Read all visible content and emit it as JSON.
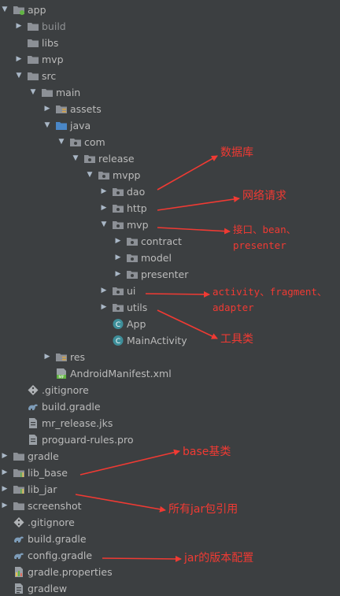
{
  "tree": [
    {
      "label": "app",
      "depth": 0,
      "state": "expanded",
      "icon": "module-folder-icon"
    },
    {
      "label": "build",
      "depth": 1,
      "state": "collapsed",
      "icon": "folder-icon",
      "dim": true
    },
    {
      "label": "libs",
      "depth": 1,
      "state": "none",
      "icon": "folder-icon"
    },
    {
      "label": "mvp",
      "depth": 1,
      "state": "collapsed",
      "icon": "folder-icon"
    },
    {
      "label": "src",
      "depth": 1,
      "state": "expanded",
      "icon": "folder-icon"
    },
    {
      "label": "main",
      "depth": 2,
      "state": "expanded",
      "icon": "folder-icon"
    },
    {
      "label": "assets",
      "depth": 3,
      "state": "collapsed",
      "icon": "resource-folder-icon"
    },
    {
      "label": "java",
      "depth": 3,
      "state": "expanded",
      "icon": "source-folder-icon"
    },
    {
      "label": "com",
      "depth": 4,
      "state": "expanded",
      "icon": "package-icon"
    },
    {
      "label": "release",
      "depth": 5,
      "state": "expanded",
      "icon": "package-icon"
    },
    {
      "label": "mvpp",
      "depth": 6,
      "state": "expanded",
      "icon": "package-icon"
    },
    {
      "label": "dao",
      "depth": 7,
      "state": "collapsed",
      "icon": "package-icon"
    },
    {
      "label": "http",
      "depth": 7,
      "state": "collapsed",
      "icon": "package-icon"
    },
    {
      "label": "mvp",
      "depth": 7,
      "state": "expanded",
      "icon": "package-icon"
    },
    {
      "label": "contract",
      "depth": 8,
      "state": "collapsed",
      "icon": "package-icon"
    },
    {
      "label": "model",
      "depth": 8,
      "state": "collapsed",
      "icon": "package-icon"
    },
    {
      "label": "presenter",
      "depth": 8,
      "state": "collapsed",
      "icon": "package-icon"
    },
    {
      "label": "ui",
      "depth": 7,
      "state": "collapsed",
      "icon": "package-icon"
    },
    {
      "label": "utils",
      "depth": 7,
      "state": "collapsed",
      "icon": "package-icon"
    },
    {
      "label": "App",
      "depth": 7,
      "state": "none",
      "icon": "class-icon"
    },
    {
      "label": "MainActivity",
      "depth": 7,
      "state": "none",
      "icon": "class-icon"
    },
    {
      "label": "res",
      "depth": 3,
      "state": "collapsed",
      "icon": "resource-folder-icon"
    },
    {
      "label": "AndroidManifest.xml",
      "depth": 3,
      "state": "none",
      "icon": "manifest-icon"
    },
    {
      "label": ".gitignore",
      "depth": 1,
      "state": "none",
      "icon": "git-icon"
    },
    {
      "label": "build.gradle",
      "depth": 1,
      "state": "none",
      "icon": "gradle-icon"
    },
    {
      "label": "mr_release.jks",
      "depth": 1,
      "state": "none",
      "icon": "file-icon"
    },
    {
      "label": "proguard-rules.pro",
      "depth": 1,
      "state": "none",
      "icon": "file-icon"
    },
    {
      "label": "gradle",
      "depth": 0,
      "state": "collapsed",
      "icon": "folder-icon"
    },
    {
      "label": "lib_base",
      "depth": 0,
      "state": "collapsed",
      "icon": "library-module-icon"
    },
    {
      "label": "lib_jar",
      "depth": 0,
      "state": "collapsed",
      "icon": "library-module-icon"
    },
    {
      "label": "screenshot",
      "depth": 0,
      "state": "collapsed",
      "icon": "folder-icon"
    },
    {
      "label": ".gitignore",
      "depth": 0,
      "state": "none",
      "icon": "git-icon"
    },
    {
      "label": "build.gradle",
      "depth": 0,
      "state": "none",
      "icon": "gradle-icon"
    },
    {
      "label": "config.gradle",
      "depth": 0,
      "state": "none",
      "icon": "gradle-icon"
    },
    {
      "label": "gradle.properties",
      "depth": 0,
      "state": "none",
      "icon": "properties-icon"
    },
    {
      "label": "gradlew",
      "depth": 0,
      "state": "none",
      "icon": "script-file-icon"
    }
  ],
  "annotations": [
    {
      "text": "数据库",
      "target": "dao"
    },
    {
      "text": "网络请求",
      "target": "http"
    },
    {
      "text": "接口、bean、",
      "target": "mvp"
    },
    {
      "text": "presenter",
      "target": "mvp"
    },
    {
      "text": "activity、fragment、",
      "target": "ui"
    },
    {
      "text": "adapter",
      "target": "ui"
    },
    {
      "text": "工具类",
      "target": "utils"
    },
    {
      "text": "base基类",
      "target": "lib_base"
    },
    {
      "text": "所有jar包引用",
      "target": "lib_jar"
    },
    {
      "text": "jar的版本配置",
      "target": "config.gradle"
    }
  ],
  "colors": {
    "background": "#3c3f41",
    "text": "#bbbbbb",
    "dim_text": "#8f9294",
    "annotation": "#f03a33",
    "folder": "#8c9096",
    "source_folder": "#4a87c7",
    "class": "#3e8f9a",
    "gradle": "#7d9cb8"
  }
}
